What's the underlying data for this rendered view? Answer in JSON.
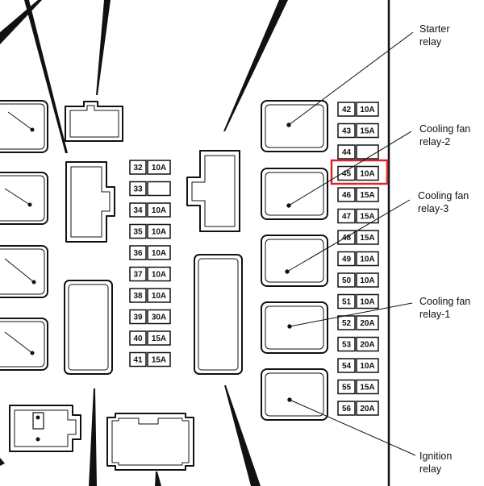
{
  "fuses_left": [
    {
      "num": "32",
      "amp": "10A"
    },
    {
      "num": "33",
      "amp": ""
    },
    {
      "num": "34",
      "amp": "10A"
    },
    {
      "num": "35",
      "amp": "10A"
    },
    {
      "num": "36",
      "amp": "10A"
    },
    {
      "num": "37",
      "amp": "10A"
    },
    {
      "num": "38",
      "amp": "10A"
    },
    {
      "num": "39",
      "amp": "30A"
    },
    {
      "num": "40",
      "amp": "15A"
    },
    {
      "num": "41",
      "amp": "15A"
    }
  ],
  "fuses_right": [
    {
      "num": "42",
      "amp": "10A"
    },
    {
      "num": "43",
      "amp": "15A"
    },
    {
      "num": "44",
      "amp": ""
    },
    {
      "num": "45",
      "amp": "10A",
      "highlighted": true
    },
    {
      "num": "46",
      "amp": "15A"
    },
    {
      "num": "47",
      "amp": "15A"
    },
    {
      "num": "48",
      "amp": "15A"
    },
    {
      "num": "49",
      "amp": "10A"
    },
    {
      "num": "50",
      "amp": "10A"
    },
    {
      "num": "51",
      "amp": "10A"
    },
    {
      "num": "52",
      "amp": "20A"
    },
    {
      "num": "53",
      "amp": "20A"
    },
    {
      "num": "54",
      "amp": "10A"
    },
    {
      "num": "55",
      "amp": "15A"
    },
    {
      "num": "56",
      "amp": "20A"
    }
  ],
  "callouts": {
    "starter": [
      "Starter",
      "relay"
    ],
    "fan2": [
      "Cooling fan",
      "relay-2"
    ],
    "fan3": [
      "Cooling fan",
      "relay-3"
    ],
    "fan1": [
      "Cooling fan",
      "relay-1"
    ],
    "ignition": [
      "Ignition",
      "relay"
    ]
  },
  "colors": {
    "highlight": "#d9262c",
    "line": "#111111"
  }
}
